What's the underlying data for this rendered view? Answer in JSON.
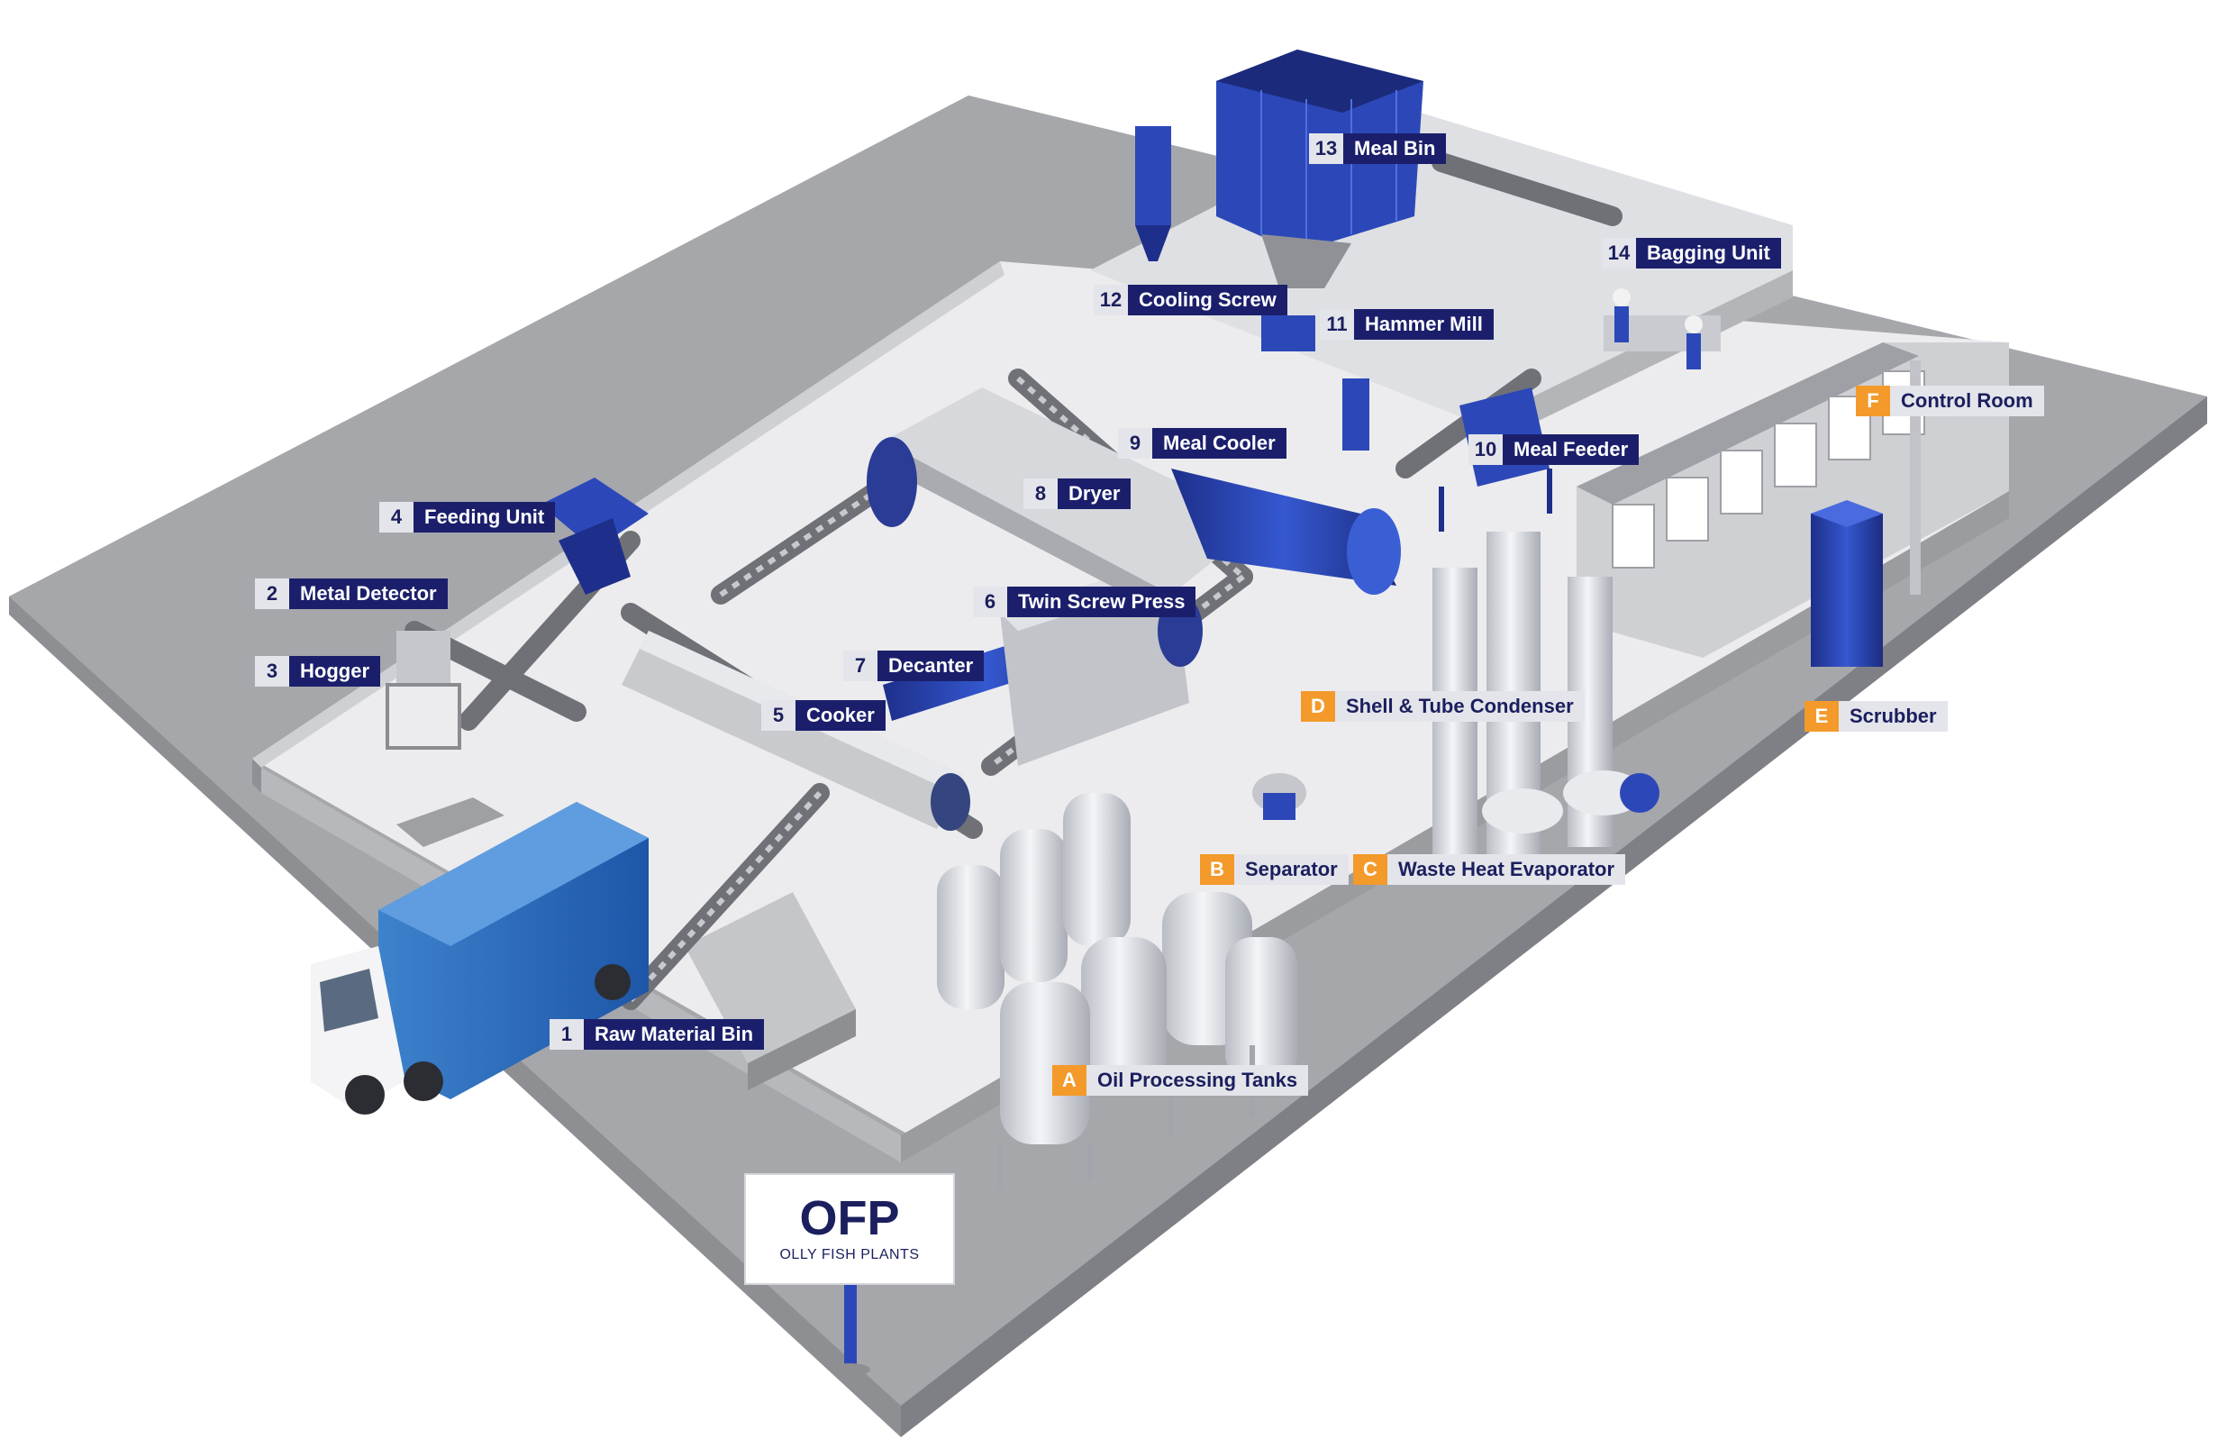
{
  "colors": {
    "navy": "#1b1f6b",
    "machine_blue": "#2c48b8",
    "orange": "#f39a2b",
    "ground_grey": "#a3a4a8",
    "floor_light": "#ececee"
  },
  "labels": {
    "l1": {
      "key": "1",
      "text": "Raw Material Bin"
    },
    "l2": {
      "key": "2",
      "text": "Metal Detector"
    },
    "l3": {
      "key": "3",
      "text": "Hogger"
    },
    "l4": {
      "key": "4",
      "text": "Feeding Unit"
    },
    "l5": {
      "key": "5",
      "text": "Cooker"
    },
    "l6": {
      "key": "6",
      "text": "Twin Screw Press"
    },
    "l7": {
      "key": "7",
      "text": "Decanter"
    },
    "l8": {
      "key": "8",
      "text": "Dryer"
    },
    "l9": {
      "key": "9",
      "text": "Meal Cooler"
    },
    "l10": {
      "key": "10",
      "text": "Meal Feeder"
    },
    "l11": {
      "key": "11",
      "text": "Hammer Mill"
    },
    "l12": {
      "key": "12",
      "text": "Cooling Screw"
    },
    "l13": {
      "key": "13",
      "text": "Meal Bin"
    },
    "l14": {
      "key": "14",
      "text": "Bagging Unit"
    },
    "lA": {
      "key": "A",
      "text": "Oil Processing Tanks"
    },
    "lB": {
      "key": "B",
      "text": "Separator"
    },
    "lC": {
      "key": "C",
      "text": "Waste Heat Evaporator"
    },
    "lD": {
      "key": "D",
      "text": "Shell & Tube Condenser"
    },
    "lE": {
      "key": "E",
      "text": "Scrubber"
    },
    "lF": {
      "key": "F",
      "text": "Control Room"
    }
  },
  "sign": {
    "title": "OFP",
    "subtitle": "OLLY FISH PLANTS"
  }
}
